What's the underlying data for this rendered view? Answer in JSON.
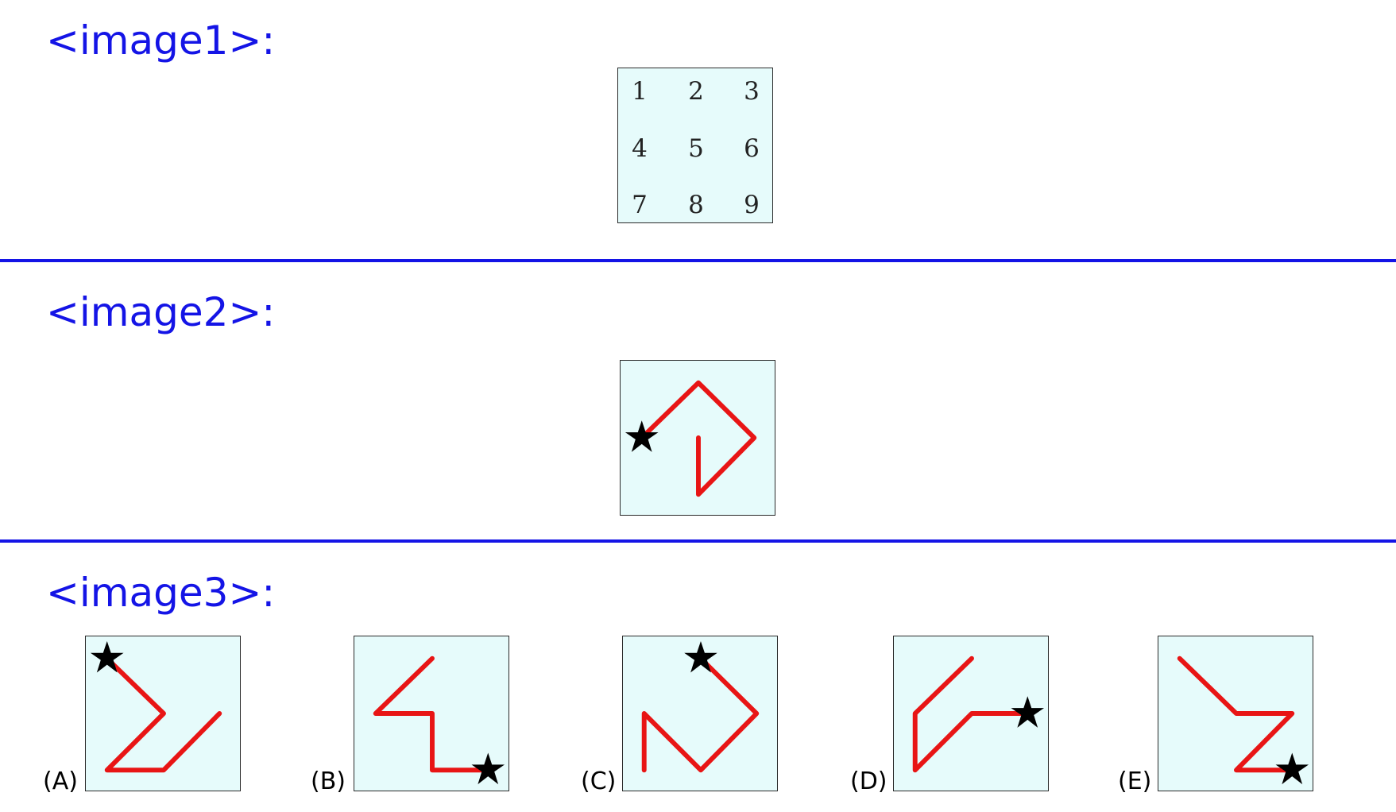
{
  "sections": [
    {
      "title": "<image1>:"
    },
    {
      "title": "<image2>:"
    },
    {
      "title": "<image3>:"
    }
  ],
  "grid": {
    "numbers": [
      "1",
      "2",
      "3",
      "4",
      "5",
      "6",
      "7",
      "8",
      "9"
    ]
  },
  "options": [
    {
      "label": "(A)"
    },
    {
      "label": "(B)"
    },
    {
      "label": "(C)"
    },
    {
      "label": "(D)"
    },
    {
      "label": "(E)"
    }
  ],
  "colors": {
    "title": "#1414e6",
    "path": "#e81515",
    "panel_bg": "#e6fbfb",
    "star": "#000000"
  }
}
